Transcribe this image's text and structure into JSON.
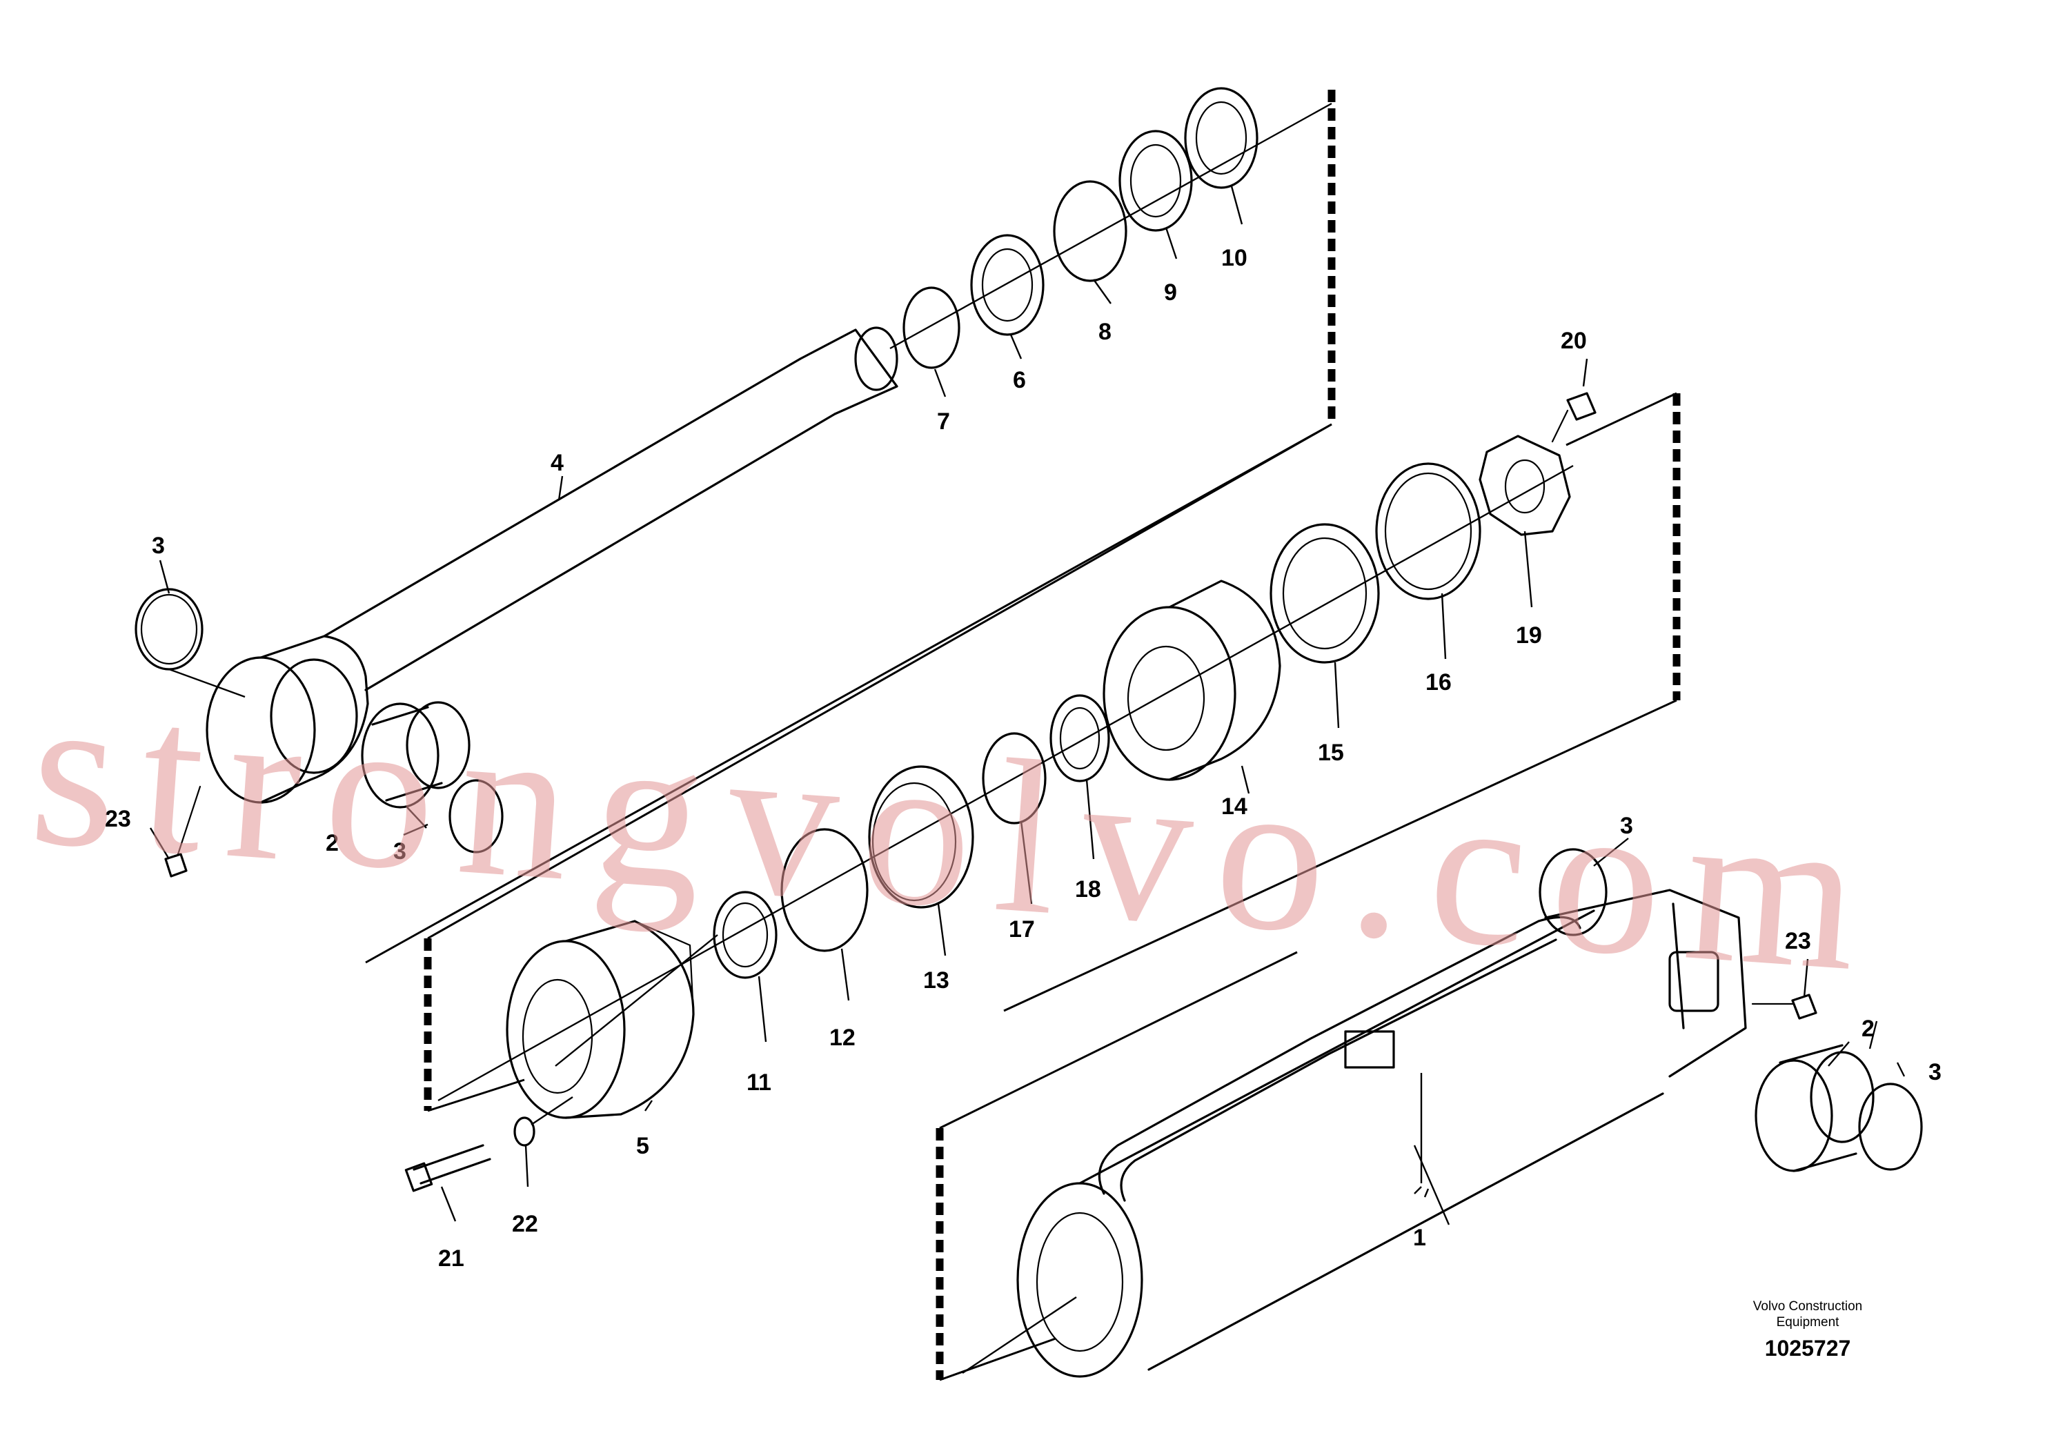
{
  "callouts": [
    {
      "label": "1"
    },
    {
      "label": "2"
    },
    {
      "label": "2"
    },
    {
      "label": "3"
    },
    {
      "label": "3"
    },
    {
      "label": "3"
    },
    {
      "label": "3"
    },
    {
      "label": "4"
    },
    {
      "label": "5"
    },
    {
      "label": "6"
    },
    {
      "label": "7"
    },
    {
      "label": "8"
    },
    {
      "label": "9"
    },
    {
      "label": "10"
    },
    {
      "label": "11"
    },
    {
      "label": "12"
    },
    {
      "label": "13"
    },
    {
      "label": "14"
    },
    {
      "label": "15"
    },
    {
      "label": "16"
    },
    {
      "label": "17"
    },
    {
      "label": "18"
    },
    {
      "label": "19"
    },
    {
      "label": "20"
    },
    {
      "label": "21"
    },
    {
      "label": "22"
    },
    {
      "label": "23"
    },
    {
      "label": "23"
    }
  ],
  "caption": {
    "company_line1": "Volvo Construction",
    "company_line2": "Equipment",
    "drawing_number": "1025727"
  },
  "watermark": "strongvolvo.com",
  "colors": {
    "line": "#000000",
    "watermark": "#e19696"
  }
}
